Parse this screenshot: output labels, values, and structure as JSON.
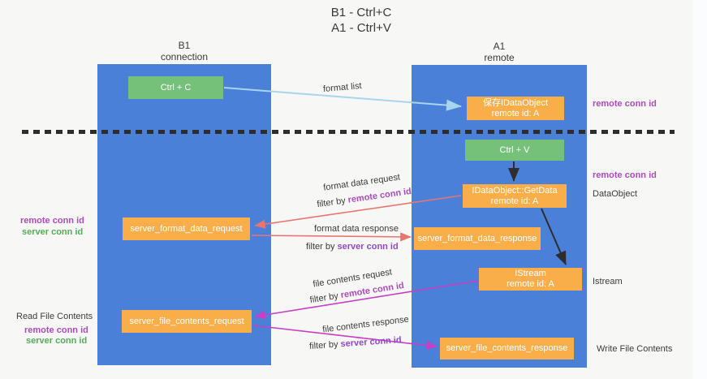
{
  "title": {
    "line1": "B1 - Ctrl+C",
    "line2": "A1 - Ctrl+V"
  },
  "columns": {
    "left": {
      "name": "B1",
      "subtitle": "connection"
    },
    "right": {
      "name": "A1",
      "subtitle": "remote"
    }
  },
  "nodes": {
    "ctrl_c": "Ctrl + C",
    "ctrl_v": "Ctrl + V",
    "save_idataobject": {
      "line1": "保存IDataObject",
      "line2": "remote id: A"
    },
    "getdata": {
      "line1": "IDataObject::GetData",
      "line2": "remote id: A"
    },
    "istream": {
      "line1": "IStream",
      "line2": "remote id: A"
    },
    "format_request": "server_format_data_request",
    "format_response": "server_format_data_response",
    "file_request": "server_file_contents_request",
    "file_response": "server_file_contents_response"
  },
  "labels": {
    "format_list": "format list",
    "format_data_request": "format data request",
    "format_data_response": "format data response",
    "file_contents_request": "file contents request",
    "file_contents_response": "file contents response",
    "filter_by": "filter by ",
    "remote_conn_id": "remote conn id",
    "server_conn_id": "server conn id",
    "dataobject": "DataObject",
    "istream_side": "Istream",
    "read_file_contents": "Read File Contents",
    "write_file_contents": "Write File Contents"
  },
  "colors": {
    "lane_blue": "#4a80d8",
    "node_green": "#76c17a",
    "node_orange": "#f9ae49",
    "arrow_light_blue": "#a9d4ef",
    "arrow_black": "#2d2d2d",
    "arrow_salmon": "#e8756f",
    "arrow_magenta": "#c73fc4",
    "label_remote_purple": "#ad4bbd",
    "label_server_violet": "#8f4bc7",
    "label_server_green": "#56ad56"
  }
}
